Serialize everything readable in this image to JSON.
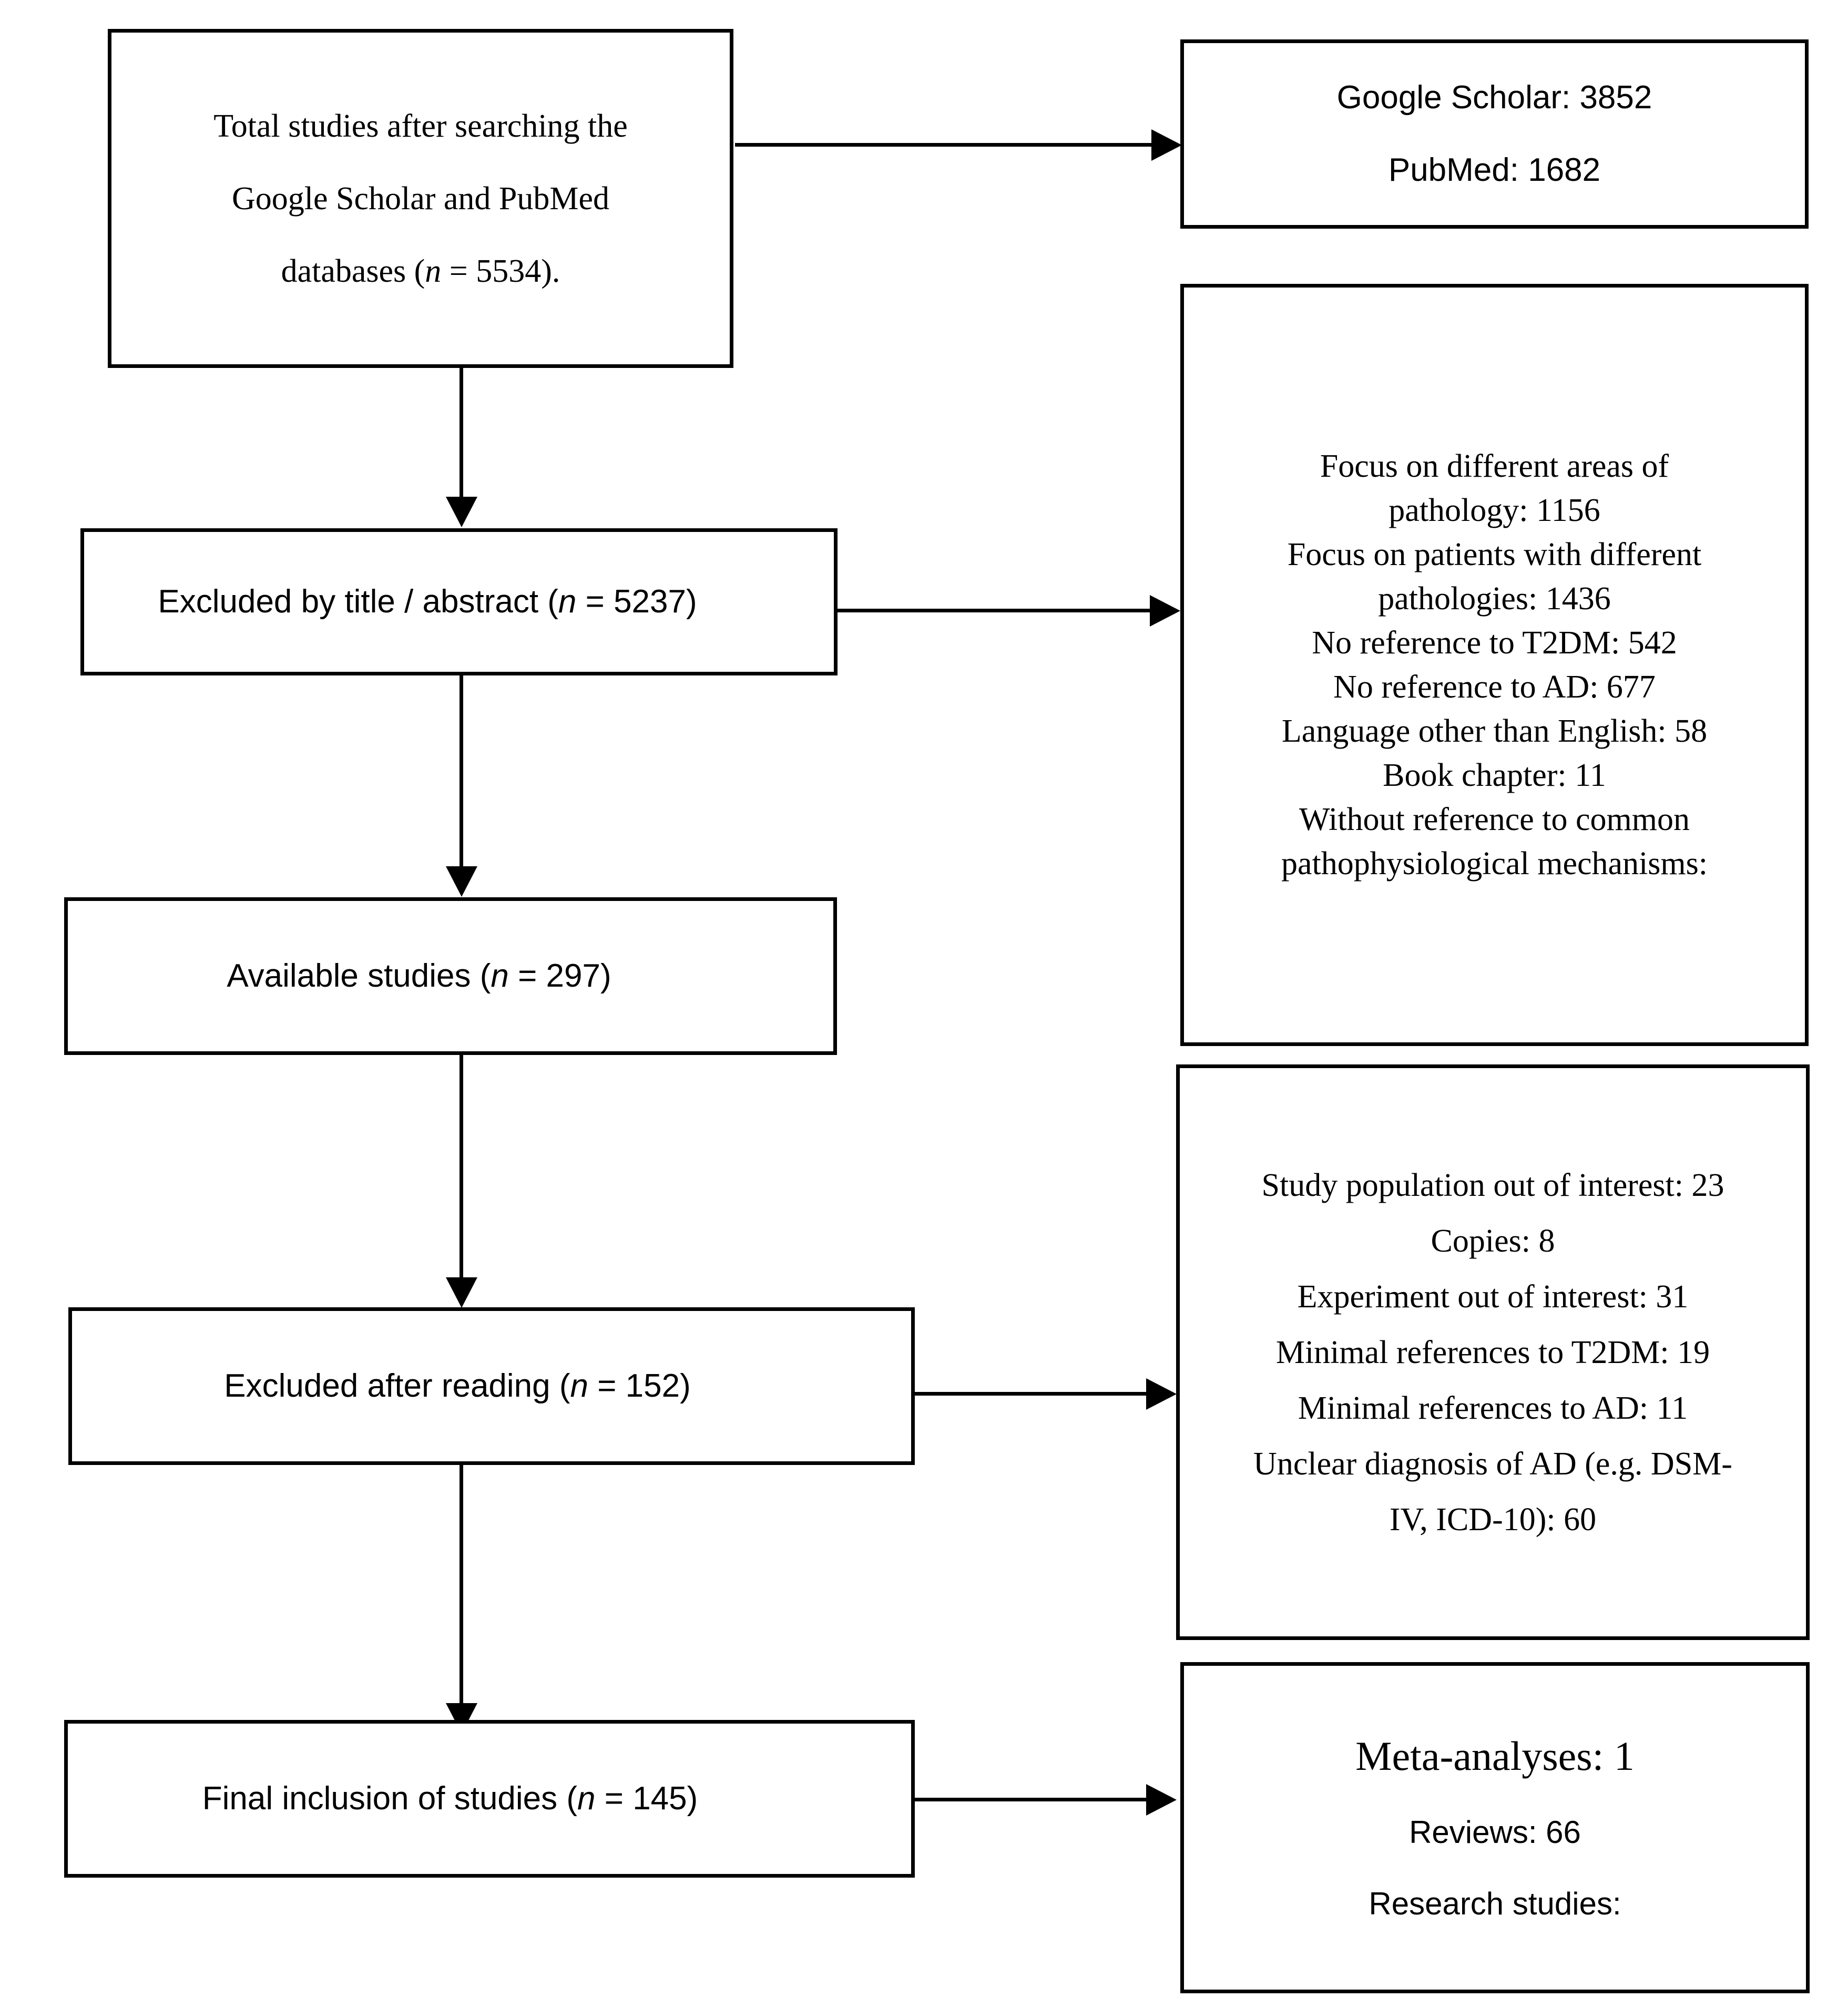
{
  "diagram": {
    "title": "PRISMA study selection flow diagram",
    "stroke_color": "#000000",
    "background_color": "#ffffff"
  },
  "boxes": {
    "total_studies": {
      "lines": [
        "Total studies after searching the",
        "Google Scholar and PubMed",
        "databases ("
      ],
      "line3_prefix": "databases (",
      "line3_italic": "n",
      "line3_suffix": " = 5534)."
    },
    "databases": {
      "lines": [
        "Google Scholar: 3852",
        "PubMed: 1682"
      ]
    },
    "excluded_title_abstract": {
      "prefix": "Excluded by title / abstract (",
      "italic": "n",
      "suffix": " = 5237)"
    },
    "excluded_title_abstract_reasons": {
      "lines": [
        "Focus on different areas of",
        "pathology: 1156",
        "Focus on patients with different",
        "pathologies: 1436",
        "No reference to T2DM: 542",
        "No reference to AD: 677",
        "Language other than English: 58",
        "Book chapter: 11",
        "Without reference to common",
        "pathophysiological mechanisms:"
      ]
    },
    "available_studies": {
      "prefix": "Available studies (",
      "italic": "n",
      "suffix": " = 297)"
    },
    "excluded_after_reading": {
      "prefix": "Excluded after reading (",
      "italic": "n",
      "suffix": " = 152)"
    },
    "excluded_after_reading_reasons": {
      "lines": [
        "Study population out of interest: 23",
        "Copies: 8",
        "Experiment out of interest: 31",
        "Minimal references to T2DM: 19",
        "Minimal references to AD: 11",
        "Unclear diagnosis of AD (e.g. DSM-",
        "IV, ICD-10): 60"
      ]
    },
    "final_inclusion": {
      "prefix": "Final inclusion of studies (",
      "italic": "n",
      "suffix": " = 145)"
    },
    "final_inclusion_breakdown": {
      "heading": "Meta-analyses: 1",
      "lines": [
        "Reviews: 66",
        "Research studies:"
      ]
    }
  }
}
